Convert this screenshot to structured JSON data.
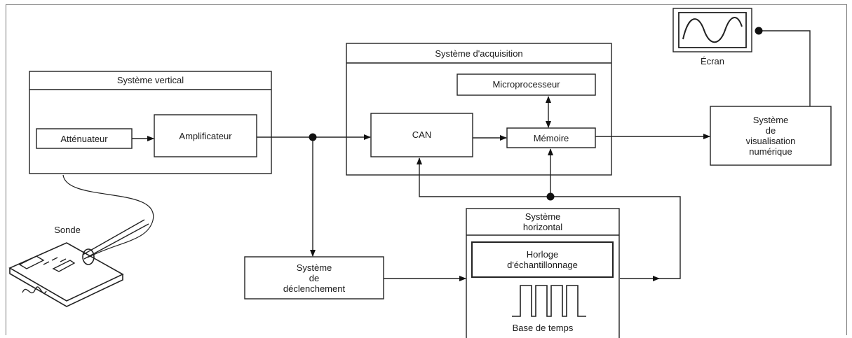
{
  "diagram": {
    "vertical_title": "Système vertical",
    "attenuateur": "Atténuateur",
    "amplificateur": "Amplificateur",
    "sonde": "Sonde",
    "acquisition_title": "Système d'acquisition",
    "microprocesseur": "Microprocesseur",
    "can": "CAN",
    "memoire": "Mémoire",
    "ecran": "Écran",
    "visualisation": "Système\nde\nvisualisation\nnumérique",
    "declenchement": "Système\nde\ndéclenchement",
    "horizontal_title": "Système\nhorizontal",
    "horloge": "Horloge\nd'échantillonnage",
    "base_temps": "Base de temps"
  }
}
